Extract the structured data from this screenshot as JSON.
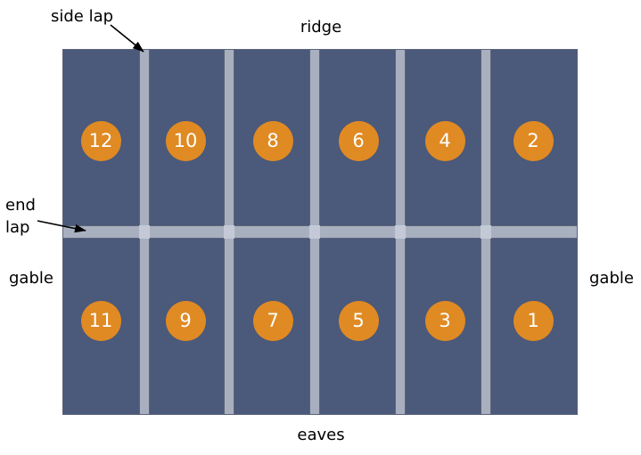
{
  "diagram": {
    "title_none": "",
    "roof": {
      "panel_color": "#4b597a",
      "lap_color": "#a8b0c0",
      "badge_color": "#e08a23",
      "badge_text_color": "#ffffff",
      "columns": 6,
      "rows": 2
    },
    "labels": {
      "side_lap": "side lap",
      "ridge": "ridge",
      "end_lap_line1": "end",
      "end_lap_line2": "lap",
      "gable_left": "gable",
      "gable_right": "gable",
      "eaves": "eaves"
    },
    "badges": {
      "top_row": [
        "12",
        "10",
        "8",
        "6",
        "4",
        "2"
      ],
      "bottom_row": [
        "11",
        "9",
        "7",
        "5",
        "3",
        "1"
      ]
    }
  }
}
